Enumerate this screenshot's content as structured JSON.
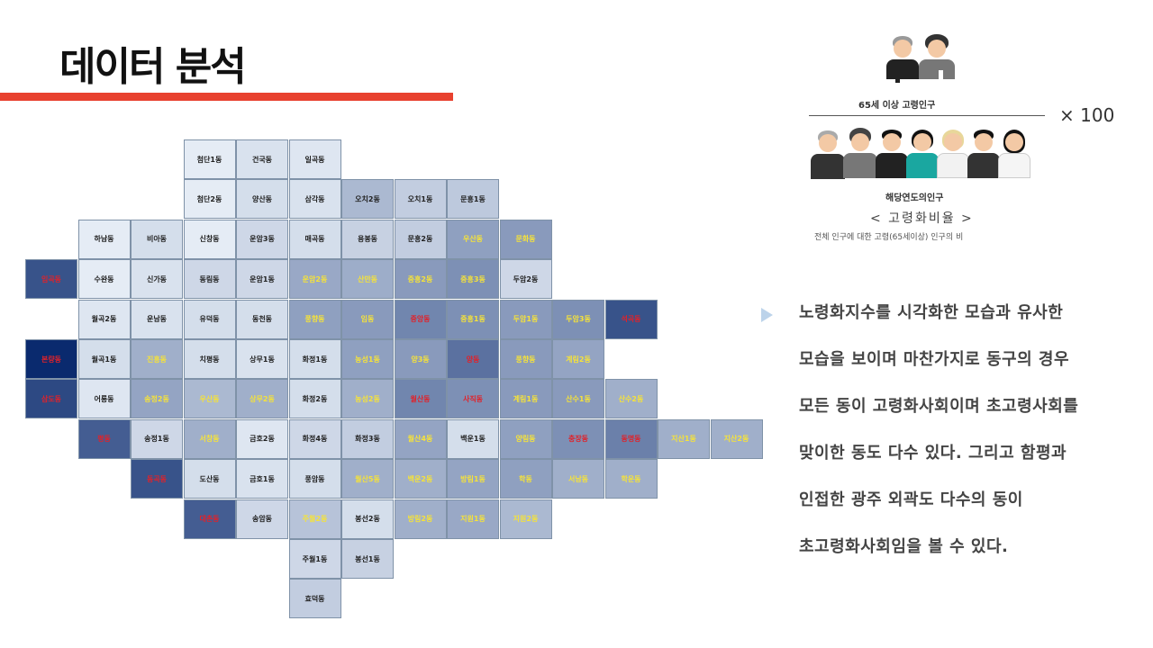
{
  "title": "데이터 분석",
  "map": {
    "rows": [
      [
        null,
        null,
        null,
        "첨단1동",
        "건국동",
        "일곡동",
        null,
        null,
        null,
        null,
        null,
        null,
        null,
        null,
        null
      ],
      [
        null,
        null,
        null,
        "첨단2동",
        "양산동",
        "삼각동",
        "오치2동",
        "오치1동",
        "문흥1동",
        null,
        null,
        null,
        null,
        null,
        null
      ],
      [
        null,
        "하남동",
        "비아동",
        "신창동",
        "운암3동",
        "매곡동",
        "용봉동",
        "문흥2동",
        "우산동",
        "문화동",
        null,
        null,
        null,
        null,
        null
      ],
      [
        "임곡동",
        "수완동",
        "신가동",
        "동림동",
        "운암1동",
        "운암2동",
        "산만동",
        "중흥2동",
        "중흥3동",
        "두암2동",
        null,
        null,
        null,
        null,
        null
      ],
      [
        null,
        "월곡2동",
        "운남동",
        "유덕동",
        "동천동",
        "풍향동",
        "임동",
        "중앙동",
        "중흥1동",
        "두암1동",
        "두암3동",
        "석곡동",
        null,
        null,
        null
      ],
      [
        "본량동",
        "월곡1동",
        "진흥동",
        "치평동",
        "상무1동",
        "화정1동",
        "농성1동",
        "양3동",
        "양동",
        "풍향동",
        "계림2동",
        null,
        null,
        null,
        null
      ],
      [
        "삼도동",
        "어룡동",
        "송정2동",
        "우산동",
        "상무2동",
        "화정2동",
        "농성2동",
        "월산동",
        "사직동",
        "계림1동",
        "산수1동",
        "산수2동",
        null,
        null,
        null
      ],
      [
        null,
        "평동",
        "송정1동",
        "서창동",
        "금호2동",
        "화정4동",
        "화정3동",
        "월산4동",
        "백운1동",
        "양림동",
        "충장동",
        "동명동",
        "지산1동",
        "지산2동",
        null
      ],
      [
        null,
        null,
        "동곡동",
        "도산동",
        "금호1동",
        "풍암동",
        "월산5동",
        "백운2동",
        "방림1동",
        "학동",
        "서남동",
        "학운동",
        null,
        null,
        null
      ],
      [
        null,
        null,
        null,
        "대촌동",
        "송암동",
        "주월2동",
        "봉선2동",
        "방림2동",
        "지원1동",
        "지원2동",
        null,
        null,
        null,
        null,
        null
      ],
      [
        null,
        null,
        null,
        null,
        null,
        "주월1동",
        "봉선1동",
        null,
        null,
        null,
        null,
        null,
        null,
        null,
        null
      ],
      [
        null,
        null,
        null,
        null,
        null,
        "효덕동",
        null,
        null,
        null,
        null,
        null,
        null,
        null,
        null,
        null
      ]
    ],
    "levels": [
      [
        null,
        null,
        null,
        0.05,
        0.1,
        0.08,
        null,
        null,
        null,
        null,
        null,
        null,
        null,
        null,
        null
      ],
      [
        null,
        null,
        null,
        0.05,
        0.12,
        0.1,
        0.3,
        0.2,
        0.22,
        null,
        null,
        null,
        null,
        null,
        null
      ],
      [
        null,
        0.05,
        0.12,
        0.05,
        0.15,
        0.12,
        0.18,
        0.2,
        0.42,
        0.45,
        null,
        null,
        null,
        null,
        null
      ],
      [
        0.8,
        0.05,
        0.1,
        0.15,
        0.15,
        0.38,
        0.36,
        0.45,
        0.5,
        0.15,
        null,
        null,
        null,
        null,
        null
      ],
      [
        null,
        0.08,
        0.1,
        0.12,
        0.12,
        0.42,
        0.45,
        0.55,
        0.5,
        0.45,
        0.5,
        0.8,
        null,
        null,
        null
      ],
      [
        1.0,
        0.12,
        0.35,
        0.12,
        0.1,
        0.12,
        0.42,
        0.45,
        0.65,
        0.45,
        0.4,
        null,
        null,
        null,
        null
      ],
      [
        0.85,
        0.08,
        0.4,
        0.3,
        0.35,
        0.12,
        0.35,
        0.55,
        0.5,
        0.45,
        0.45,
        0.35,
        null,
        null,
        null
      ],
      [
        null,
        0.75,
        0.15,
        0.35,
        0.08,
        0.15,
        0.2,
        0.4,
        0.12,
        0.42,
        0.5,
        0.58,
        0.35,
        0.35,
        null
      ],
      [
        null,
        null,
        0.8,
        0.12,
        0.1,
        0.12,
        0.35,
        0.35,
        0.4,
        0.42,
        0.35,
        0.35,
        null,
        null,
        null
      ],
      [
        null,
        null,
        null,
        0.75,
        0.15,
        0.25,
        0.12,
        0.35,
        0.38,
        0.3,
        null,
        null,
        null,
        null,
        null
      ],
      [
        null,
        null,
        null,
        null,
        null,
        0.15,
        0.18,
        null,
        null,
        null,
        null,
        null,
        null,
        null,
        null
      ],
      [
        null,
        null,
        null,
        null,
        null,
        0.2,
        null,
        null,
        null,
        null,
        null,
        null,
        null,
        null,
        null
      ]
    ],
    "label_colors": [
      [
        null,
        null,
        null,
        "#222",
        "#222",
        "#222",
        null,
        null,
        null,
        null,
        null,
        null,
        null,
        null,
        null
      ],
      [
        null,
        null,
        null,
        "#222",
        "#222",
        "#222",
        "#222",
        "#222",
        "#222",
        null,
        null,
        null,
        null,
        null,
        null
      ],
      [
        null,
        "#222",
        "#222",
        "#222",
        "#222",
        "#222",
        "#222",
        "#222",
        "#f5e23a",
        "#f5e23a",
        null,
        null,
        null,
        null,
        null
      ],
      [
        "#e0222a",
        "#222",
        "#222",
        "#222",
        "#222",
        "#f5e23a",
        "#f5e23a",
        "#f5e23a",
        "#f5e23a",
        "#222",
        null,
        null,
        null,
        null,
        null
      ],
      [
        null,
        "#222",
        "#222",
        "#222",
        "#222",
        "#f5e23a",
        "#f5e23a",
        "#e0222a",
        "#f5e23a",
        "#f5e23a",
        "#f5e23a",
        "#e0222a",
        null,
        null,
        null
      ],
      [
        "#e0222a",
        "#222",
        "#f5e23a",
        "#222",
        "#222",
        "#222",
        "#f5e23a",
        "#f5e23a",
        "#e0222a",
        "#f5e23a",
        "#f5e23a",
        null,
        null,
        null,
        null
      ],
      [
        "#e0222a",
        "#222",
        "#f5e23a",
        "#f5e23a",
        "#f5e23a",
        "#222",
        "#f5e23a",
        "#e0222a",
        "#e0222a",
        "#f5e23a",
        "#f5e23a",
        "#f5e23a",
        null,
        null,
        null
      ],
      [
        null,
        "#e0222a",
        "#222",
        "#f5e23a",
        "#222",
        "#222",
        "#222",
        "#f5e23a",
        "#222",
        "#f5e23a",
        "#e0222a",
        "#e0222a",
        "#f5e23a",
        "#f5e23a",
        null
      ],
      [
        null,
        null,
        "#e0222a",
        "#222",
        "#222",
        "#222",
        "#f5e23a",
        "#f5e23a",
        "#f5e23a",
        "#f5e23a",
        "#f5e23a",
        "#f5e23a",
        null,
        null,
        null
      ],
      [
        null,
        null,
        null,
        "#e0222a",
        "#222",
        "#f5e23a",
        "#222",
        "#f5e23a",
        "#f5e23a",
        "#f5e23a",
        null,
        null,
        null,
        null,
        null
      ],
      [
        null,
        null,
        null,
        null,
        null,
        "#222",
        "#222",
        null,
        null,
        null,
        null,
        null,
        null,
        null,
        null
      ],
      [
        null,
        null,
        null,
        null,
        null,
        "#222",
        null,
        null,
        null,
        null,
        null,
        null,
        null,
        null,
        null
      ]
    ]
  },
  "formula": {
    "numerator_label": "65세 이상 고령인구",
    "multiplier": "× 100",
    "denominator_label": "해당연도의인구",
    "ratio_title": "< 고령화비율 >",
    "ratio_desc": "전체 인구에 대한 고령(65세이상) 인구의 비"
  },
  "description": [
    "노령화지수를 시각화한 모습과 유사한",
    "모습을 보이며 마찬가지로 동구의 경우",
    "모든 동이 고령화사회이며 초고령사회를",
    "맞이한 동도 다수 있다. 그리고 함평과",
    "인접한 광주 외곽도 다수의 동이",
    "초고령화사회임을 볼 수 있다."
  ],
  "colors": {
    "accent": "#e8412f",
    "bullet": "#bcd3ea"
  }
}
